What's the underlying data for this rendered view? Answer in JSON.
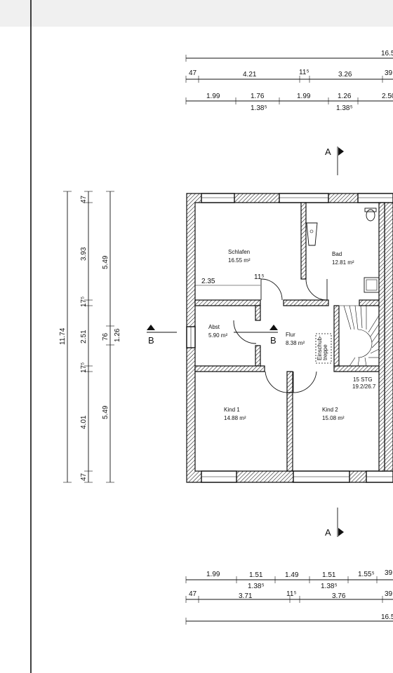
{
  "top_dims": {
    "overall": "16.5",
    "row1": [
      "47",
      "4.21",
      "11⁵",
      "3.26",
      "39"
    ],
    "row2": [
      "1.99",
      "1.76",
      "1.99",
      "1.26",
      "2.50"
    ],
    "row2_sub": [
      "1.38⁵",
      "1.38⁵"
    ]
  },
  "left_dims": {
    "overall": "11.74",
    "col1": [
      "47",
      "3.93",
      "17⁵",
      "2.51",
      "17⁵",
      "4.01",
      "47"
    ],
    "col2": [
      "5.49",
      "76",
      "1.26",
      "5.49"
    ]
  },
  "bottom_dims": {
    "row1": [
      "1.99",
      "1.51",
      "1.49",
      "1.51",
      "1.55⁵",
      "39"
    ],
    "row1_sub": [
      "1.38⁵",
      "1.38⁵"
    ],
    "row2": [
      "47",
      "3.71",
      "11⁵",
      "3.76",
      "39"
    ],
    "overall": "16.5"
  },
  "section_marks": {
    "a_top": "A",
    "a_bottom": "A",
    "b_left": "B",
    "b_mid": "B"
  },
  "rooms": {
    "schlafen": {
      "name": "Schlafen",
      "area": "16.55 m²"
    },
    "bad": {
      "name": "Bad",
      "area": "12.81 m²"
    },
    "abst": {
      "name": "Abst",
      "area": "5.90 m²"
    },
    "flur": {
      "name": "Flur",
      "area": "8.38 m²"
    },
    "kind1": {
      "name": "Kind 1",
      "area": "14.88 m²"
    },
    "kind2": {
      "name": "Kind 2",
      "area": "15.08 m²"
    }
  },
  "interior_dims": {
    "schlafen_width": "2.35",
    "wall": "11⁵"
  },
  "stair": {
    "label": "15 STG",
    "ratio": "19.2/26.7",
    "hatch_label_1": "Einschub-",
    "hatch_label_2": "treppe"
  },
  "colors": {
    "ink": "#111111",
    "paper": "#ffffff"
  }
}
